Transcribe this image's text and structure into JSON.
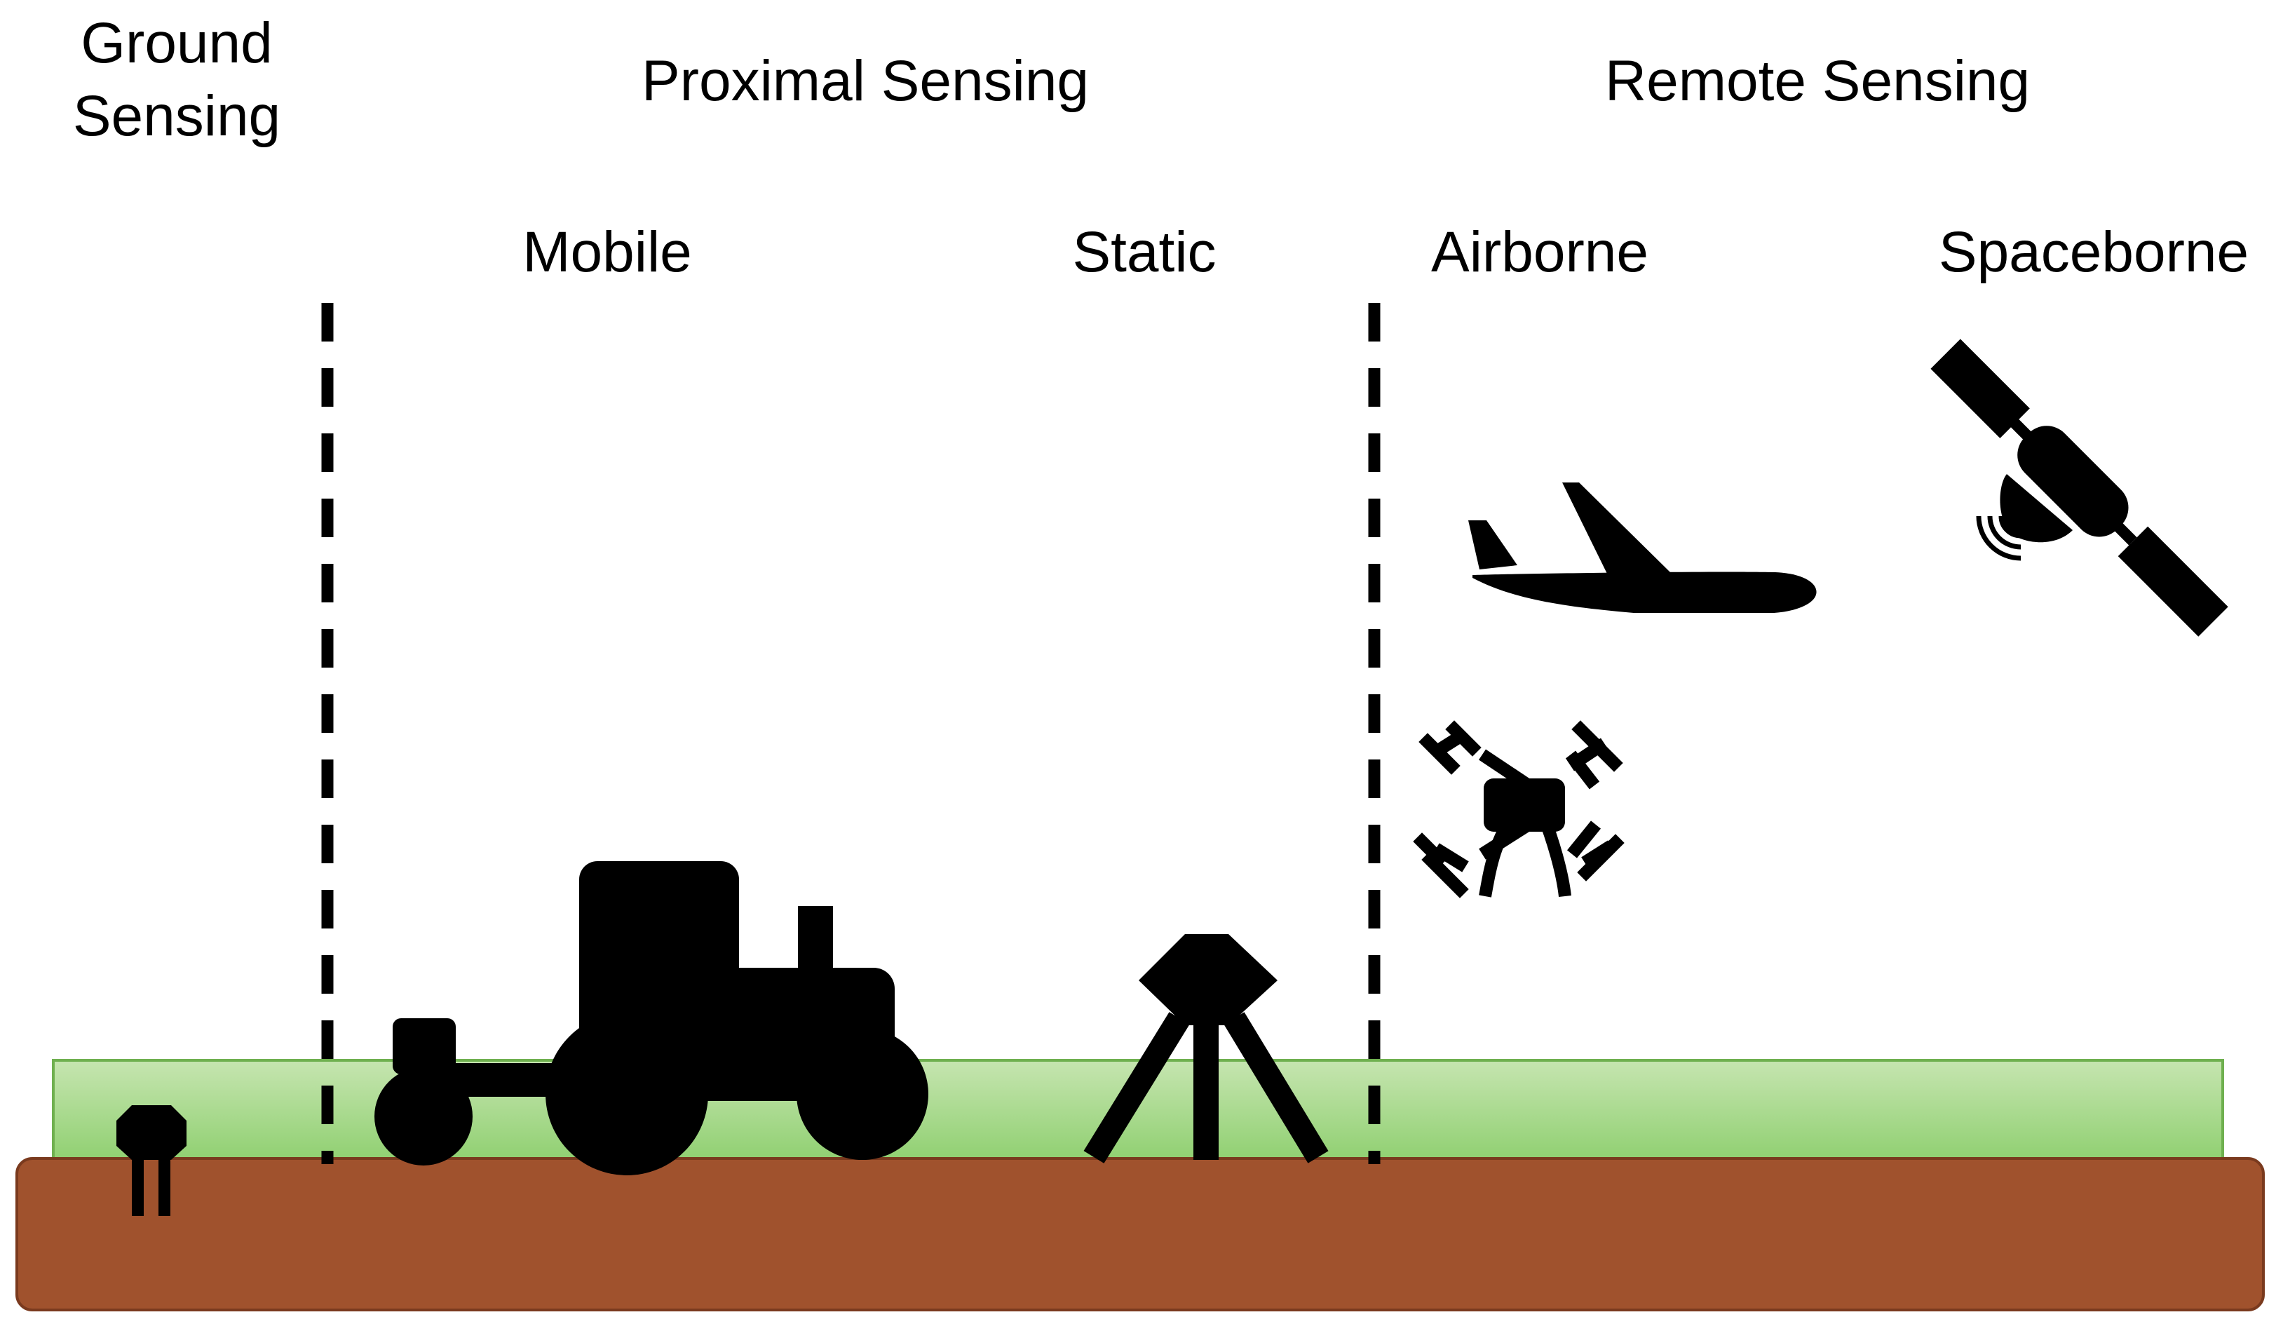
{
  "headers": {
    "ground_line1": "Ground",
    "ground_line2": "Sensing",
    "proximal": "Proximal Sensing",
    "remote": "Remote Sensing"
  },
  "subheaders": {
    "mobile": "Mobile",
    "static": "Static",
    "airborne": "Airborne",
    "spaceborne": "Spaceborne"
  },
  "icons": [
    "soil-sensor-icon",
    "tractor-icon",
    "tripod-sensor-icon",
    "airplane-icon",
    "drone-icon",
    "satellite-icon"
  ],
  "colors": {
    "soil": "#A0522D",
    "canopy_top": "#C6E5B0",
    "canopy_bottom": "#8ECF6F",
    "canopy_border": "#6FB04F",
    "ink": "#000000"
  }
}
